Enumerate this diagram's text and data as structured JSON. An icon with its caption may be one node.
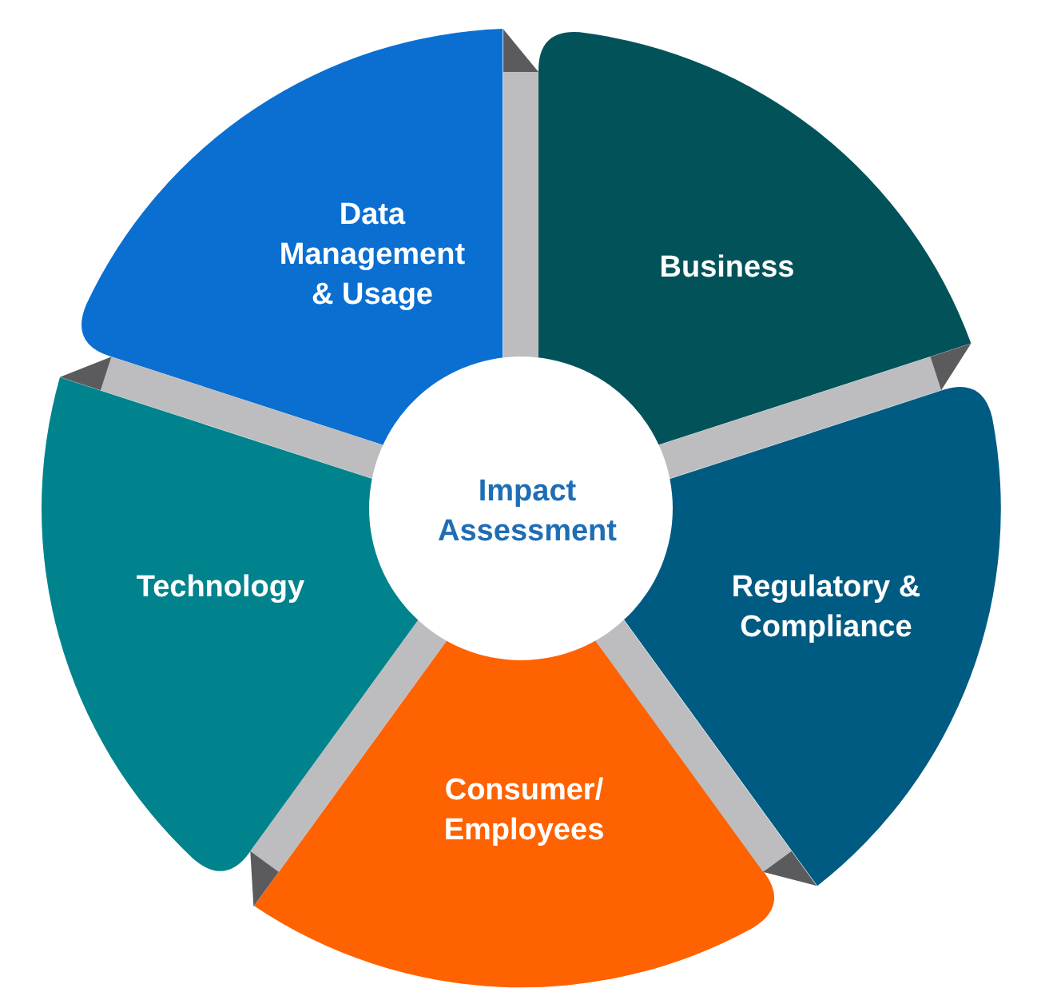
{
  "diagram": {
    "nodes": [
      {
        "text": [
          "Impact Assessment"
        ]
      },
      {
        "text": [
          "Data Management & Usage"
        ]
      },
      {
        "text": [
          "Business"
        ]
      },
      {
        "text": [
          "Regulatory & Compliance"
        ]
      },
      {
        "text": [
          "Consumer/ Employees"
        ]
      },
      {
        "text": [
          "Technology"
        ]
      }
    ]
  }
}
